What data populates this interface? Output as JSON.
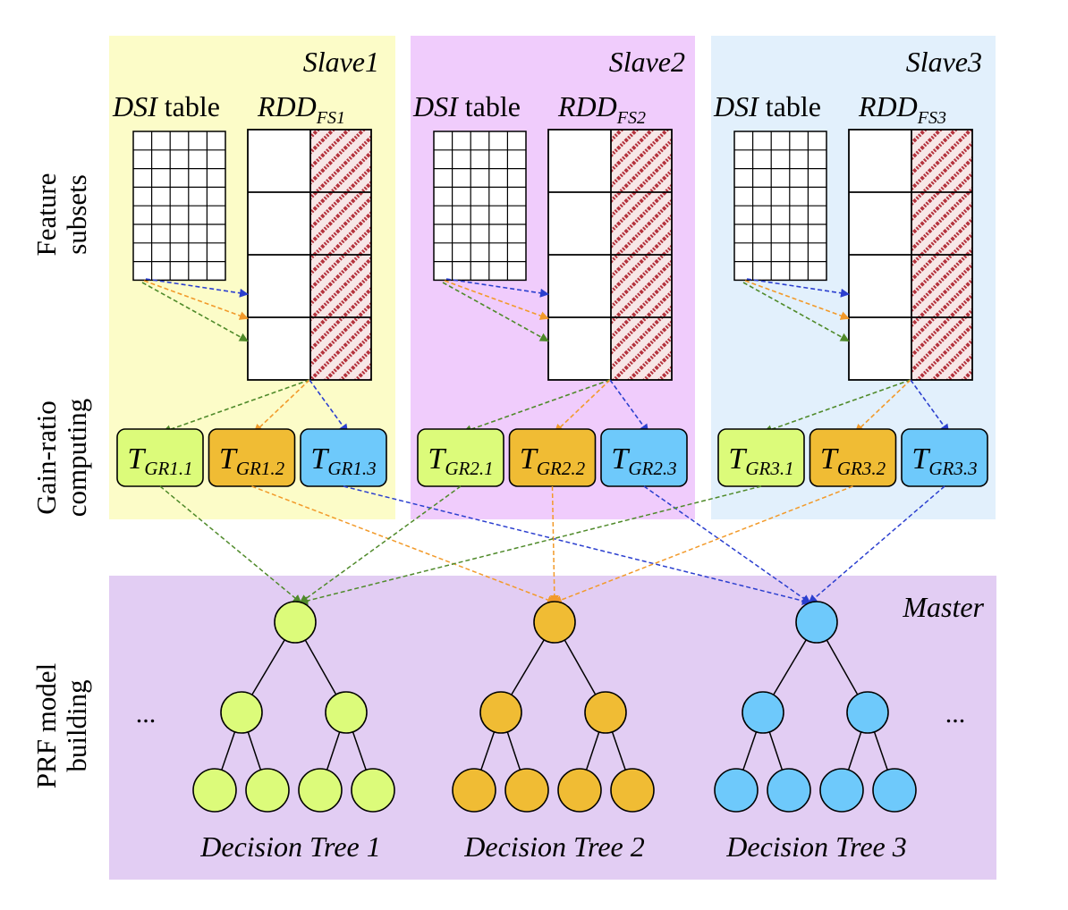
{
  "side_labels": {
    "feature": [
      "Feature",
      "subsets"
    ],
    "gain": [
      "Gain-ratio",
      "computing"
    ],
    "prf": [
      "PRF model",
      "building"
    ]
  },
  "slaves": [
    {
      "title": "Slave1",
      "dsi_prefix": "DSI",
      "dsi_suffix": " table",
      "rdd_base": "RDD",
      "rdd_sub": "FS1",
      "tasks": [
        {
          "t": "T",
          "sub": "GR1.1",
          "color": "#dcfb7a"
        },
        {
          "t": "T",
          "sub": "GR1.2",
          "color": "#f0bc34"
        },
        {
          "t": "T",
          "sub": "GR1.3",
          "color": "#6ec9fb"
        }
      ]
    },
    {
      "title": "Slave2",
      "dsi_prefix": "DSI",
      "dsi_suffix": " table",
      "rdd_base": "RDD",
      "rdd_sub": "FS2",
      "tasks": [
        {
          "t": "T",
          "sub": "GR2.1",
          "color": "#dcfb7a"
        },
        {
          "t": "T",
          "sub": "GR2.2",
          "color": "#f0bc34"
        },
        {
          "t": "T",
          "sub": "GR2.3",
          "color": "#6ec9fb"
        }
      ]
    },
    {
      "title": "Slave3",
      "dsi_prefix": "DSI",
      "dsi_suffix": " table",
      "rdd_base": "RDD",
      "rdd_sub": "FS3",
      "tasks": [
        {
          "t": "T",
          "sub": "GR3.1",
          "color": "#dcfb7a"
        },
        {
          "t": "T",
          "sub": "GR3.2",
          "color": "#f0bc34"
        },
        {
          "t": "T",
          "sub": "GR3.3",
          "color": "#6ec9fb"
        }
      ]
    }
  ],
  "slave_colors": [
    "#fcfcc8",
    "#f0ccfc",
    "#e2f0fc"
  ],
  "master": {
    "title": "Master",
    "color": "#e2cdf3",
    "ellipsis_left": "...",
    "ellipsis_right": "...",
    "trees": [
      {
        "label": "Decision Tree 1",
        "color": "#dcfb7a"
      },
      {
        "label": "Decision Tree 2",
        "color": "#f0bc34"
      },
      {
        "label": "Decision Tree 3",
        "color": "#6ec9fb"
      }
    ]
  },
  "arrow_colors": {
    "green": "#4f8a2a",
    "orange": "#f29a2a",
    "blue": "#2b3fcf"
  }
}
